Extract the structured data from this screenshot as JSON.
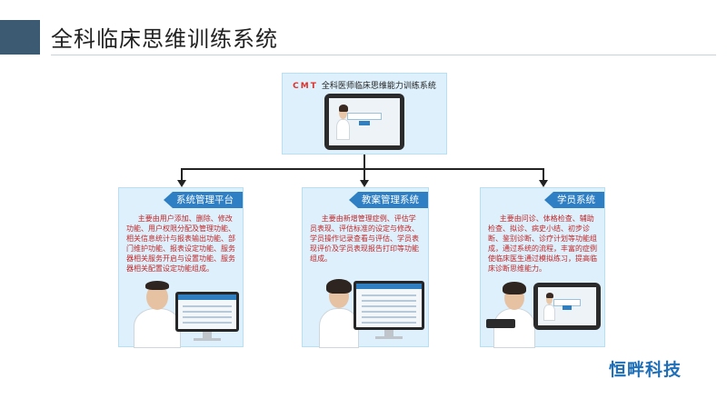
{
  "slide": {
    "title": "全科临床思维训练系统"
  },
  "top_box": {
    "brand": "CMT",
    "title": "全科医师临床思维能力训练系统"
  },
  "modules": [
    {
      "tag": "系统管理平台",
      "description": "主要由用户添加、删除、修改功能、用户权限分配及管理功能、相关信息统计与报表输出功能、部门维护功能、报表设定功能、服务器相关服务开启与设置功能、服务器相关配置设定功能组成。"
    },
    {
      "tag": "教案管理系统",
      "description": "主要由新增管理症例、评估学员表现、评估标准的设定与修改、学员操作记录查看与评估、学员表现评价及学员表现报告打印等功能组成。"
    },
    {
      "tag": "学员系统",
      "description": "主要由问诊、体格检查、辅助检查、拟诊、病史小结、初步诊断、鉴别诊断、诊疗计划等功能组成，通过系统的流程，丰富的症例使临床医生通过模拟练习，提高临床诊断思维能力。"
    }
  ],
  "footer": {
    "company": "恒畔科技"
  },
  "colors": {
    "title_block": "#3d5a73",
    "box_fill": "#ddf0fb",
    "tag_fill": "#2e7fc3",
    "description_text": "#c0282a",
    "company_text": "#1f6fb8"
  }
}
